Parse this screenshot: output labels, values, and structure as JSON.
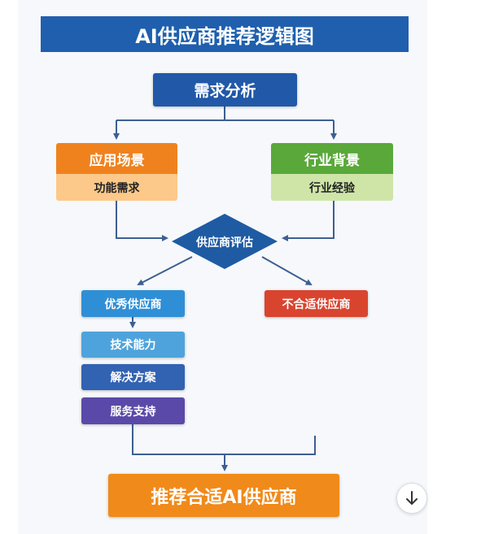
{
  "title": "AI供应商推荐逻辑图",
  "nodes": {
    "demand_analysis": "需求分析",
    "application_scenario": "应用场景",
    "functional_needs": "功能需求",
    "industry_background": "行业背景",
    "industry_experience": "行业经验",
    "supplier_evaluation": "供应商评估",
    "excellent_supplier": "优秀供应商",
    "unsuitable_supplier": "不合适供应商",
    "technical_ability": "技术能力",
    "solution": "解决方案",
    "service_support": "服务支持",
    "recommendation": "推荐合适AI供应商"
  },
  "colors": {
    "title": "#1f5fad",
    "demand": "#2158a8",
    "scenario": "#f0821e",
    "scenario_sub": "#fcc98a",
    "industry": "#5aa83a",
    "industry_sub": "#cfe5a8",
    "diamond": "#1f5ba3",
    "excellent": "#2f8fd6",
    "unsuitable": "#d9442f",
    "tech": "#4ea3dc",
    "solution": "#3262b2",
    "service": "#5a49a8",
    "recommend": "#f08a1a",
    "connector": "#3d5f92"
  },
  "icons": {
    "scroll_down": "arrow-down-icon"
  }
}
